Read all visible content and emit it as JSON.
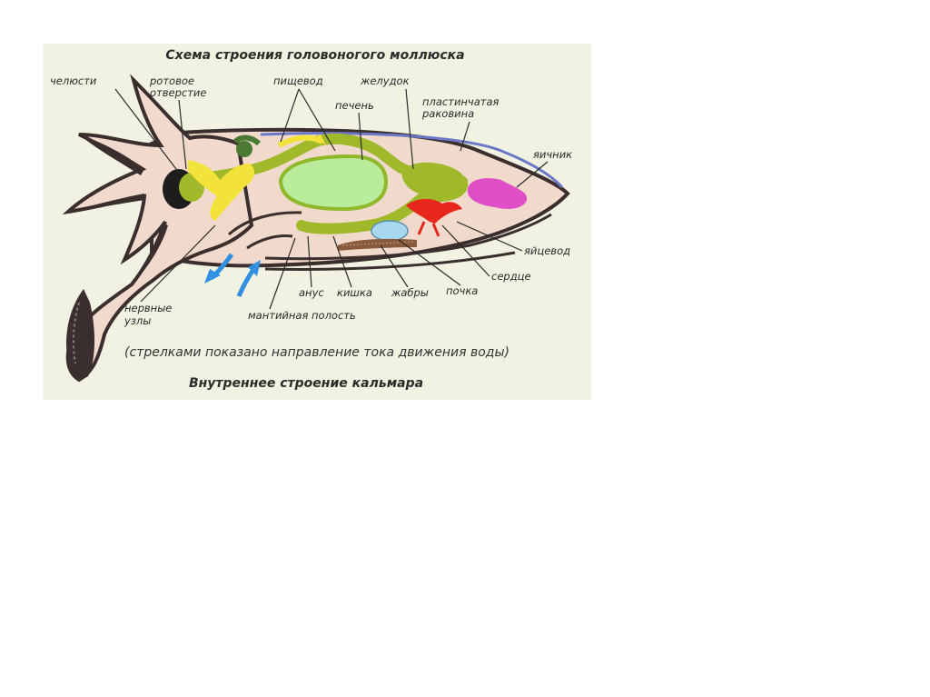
{
  "diagram": {
    "title": "Схема строения головоногого моллюска",
    "subtitle_note": "(стрелками показано направление тока движения воды)",
    "caption": "Внутреннее строение кальмара",
    "labels": {
      "jaws": "челюсти",
      "mouth_1": "ротовое",
      "mouth_2": "отверстие",
      "esophagus": "пищевод",
      "stomach": "желудок",
      "liver": "печень",
      "shell_1": "пластинчатая",
      "shell_2": "раковина",
      "ovary": "яичник",
      "oviduct": "яйцевод",
      "heart": "сердце",
      "kidney": "почка",
      "gills": "жабры",
      "intestine": "кишка",
      "anus": "анус",
      "mantle_cavity": "мантийная  полость",
      "nerve_nodes_1": "нервные",
      "nerve_nodes_2": "узлы"
    },
    "colors": {
      "background": "#f1f2e1",
      "body_fill": "#f1d9cc",
      "outline": "#3a2e2e",
      "digestive": "#9fb92a",
      "liver": "#b9ec9b",
      "nerves": "#f2e23a",
      "ovary": "#e04fc8",
      "heart": "#e8271c",
      "kidney": "#a8d8f0",
      "gills": "#8a5a3c",
      "water_arrows": "#2f8fe0",
      "shell": "#6b78c8"
    }
  }
}
